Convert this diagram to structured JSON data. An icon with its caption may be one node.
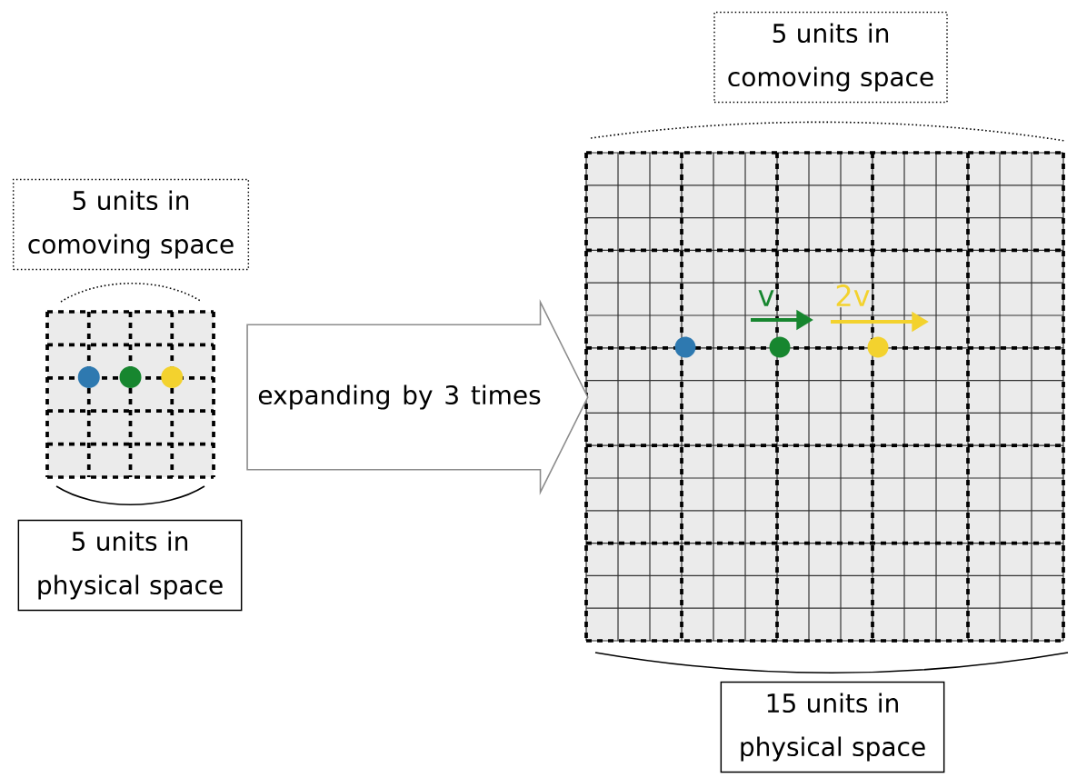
{
  "diagram": {
    "nodes": [
      {
        "text": [
          "5 units in comoving space"
        ]
      },
      {
        "text": [
          "5 units in physical space"
        ]
      },
      {
        "text": [
          "expanding by 3 times"
        ]
      },
      {
        "text": [
          "5 units in comoving space"
        ]
      },
      {
        "text": [
          "15 units in physical space"
        ]
      }
    ],
    "labels": [
      "v",
      "2v"
    ]
  }
}
